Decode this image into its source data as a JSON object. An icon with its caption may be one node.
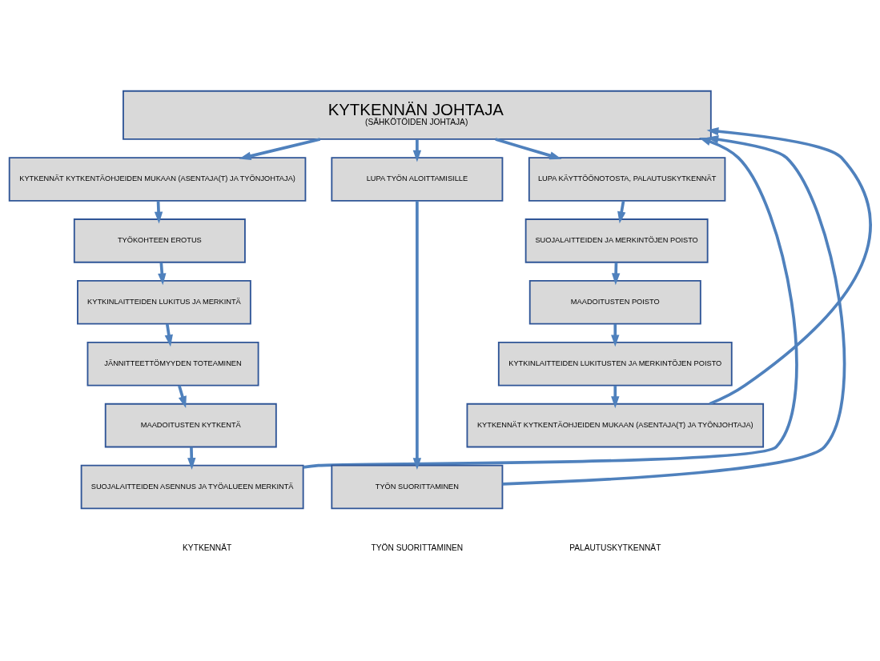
{
  "diagram": {
    "nodes": [
      {
        "text": [
          "KYTKENNÄN JOHTAJA",
          "(SÄHKÖTÖIDEN JOHTAJA)"
        ]
      },
      {
        "text": [
          "KYTKENNÄT KYTKENTÄOHJEIDEN MUKAAN (ASENTAJA(T) JA TYÖNJOHTAJA)"
        ]
      },
      {
        "text": [
          "TYÖKOHTEEN EROTUS"
        ]
      },
      {
        "text": [
          "KYTKINLAITTEIDEN LUKITUS JA MERKINTÄ"
        ]
      },
      {
        "text": [
          "JÄNNITTEETTÖMYYDEN TOTEAMINEN"
        ]
      },
      {
        "text": [
          "MAADOITUSTEN KYTKENTÄ"
        ]
      },
      {
        "text": [
          "SUOJALAITTEIDEN ASENNUS JA TYÖALUEEN MERKINTÄ"
        ]
      },
      {
        "text": [
          "LUPA TYÖN ALOITTAMISILLE"
        ]
      },
      {
        "text": [
          "TYÖN SUORITTAMINEN"
        ]
      },
      {
        "text": [
          "LUPA KÄYTTÖÖNOTOSTA, PALAUTUSKYTKENNÄT"
        ]
      },
      {
        "text": [
          "SUOJALAITTEIDEN JA MERKINTÖJEN POISTO"
        ]
      },
      {
        "text": [
          "MAADOITUSTEN POISTO"
        ]
      },
      {
        "text": [
          "KYTKINLAITTEIDEN LUKITUSTEN JA MERKINTÖJEN POISTO"
        ]
      },
      {
        "text": [
          "KYTKENNÄT KYTKENTÄOHJEIDEN MUKAAN (ASENTAJA(T) JA TYÖNJOHTAJA)"
        ]
      }
    ],
    "edges": [
      {
        "from": 0,
        "to": 1,
        "arrow": "to"
      },
      {
        "from": 1,
        "to": 2,
        "arrow": "to"
      },
      {
        "from": 2,
        "to": 3,
        "arrow": "to"
      },
      {
        "from": 3,
        "to": 4,
        "arrow": "to"
      },
      {
        "from": 4,
        "to": 5,
        "arrow": "to"
      },
      {
        "from": 5,
        "to": 6,
        "arrow": "to"
      },
      {
        "from": 6,
        "to": 0,
        "arrow": "to"
      },
      {
        "from": 0,
        "to": 7,
        "arrow": "to"
      },
      {
        "from": 7,
        "to": 8,
        "arrow": "to"
      },
      {
        "from": 8,
        "to": 0,
        "arrow": "to"
      },
      {
        "from": 0,
        "to": 9,
        "arrow": "to"
      },
      {
        "from": 9,
        "to": 10,
        "arrow": "to"
      },
      {
        "from": 10,
        "to": 11,
        "arrow": "to"
      },
      {
        "from": 11,
        "to": 12,
        "arrow": "to"
      },
      {
        "from": 12,
        "to": 13,
        "arrow": "to"
      },
      {
        "from": 13,
        "to": 0,
        "arrow": "to"
      }
    ],
    "labels": [
      "KYTKENNÄT",
      "TYÖN SUORITTAMINEN",
      "PALAUTUSKYTKENNÄT"
    ]
  }
}
